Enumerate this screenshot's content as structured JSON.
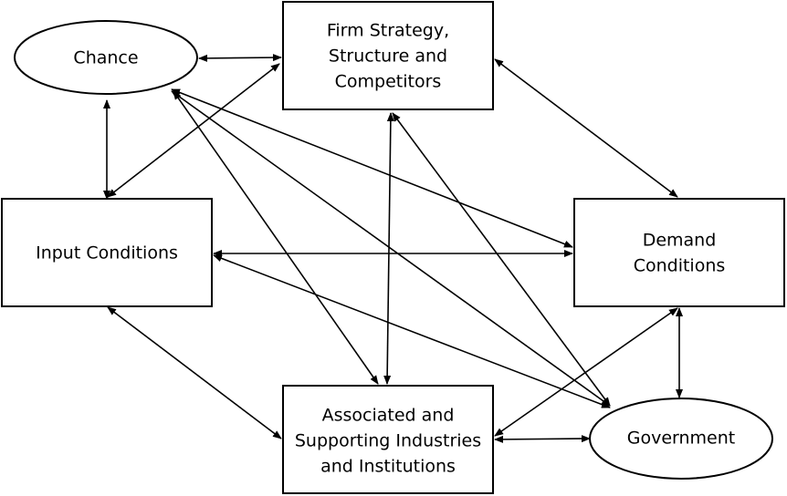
{
  "nodes": {
    "chance": {
      "lines": [
        "Chance"
      ]
    },
    "firm": {
      "lines": [
        "Firm Strategy,",
        "Structure and",
        "Competitors"
      ]
    },
    "input": {
      "lines": [
        "Input Conditions"
      ]
    },
    "demand": {
      "lines": [
        "Demand",
        "Conditions"
      ]
    },
    "assoc": {
      "lines": [
        "Associated and",
        "Supporting Industries",
        "and Institutions"
      ]
    },
    "gov": {
      "lines": [
        "Government"
      ]
    }
  },
  "connections": [
    [
      "chance",
      "firm"
    ],
    [
      "chance",
      "input"
    ],
    [
      "firm",
      "input"
    ],
    [
      "firm",
      "demand"
    ],
    [
      "firm",
      "assoc"
    ],
    [
      "firm",
      "gov"
    ],
    [
      "chance",
      "demand"
    ],
    [
      "chance",
      "assoc"
    ],
    [
      "chance",
      "gov"
    ],
    [
      "input",
      "demand"
    ],
    [
      "input",
      "assoc"
    ],
    [
      "input",
      "gov"
    ],
    [
      "demand",
      "assoc"
    ],
    [
      "demand",
      "gov"
    ],
    [
      "assoc",
      "gov"
    ]
  ]
}
